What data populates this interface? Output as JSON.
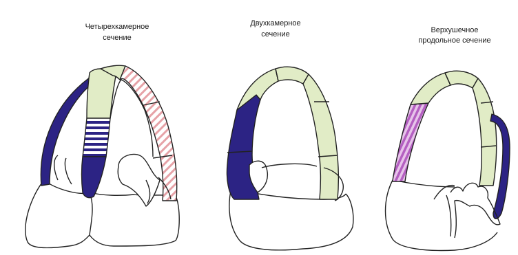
{
  "views": [
    {
      "title_line1": "Четырехкамерное",
      "title_line2": "сечение"
    },
    {
      "title_line1": "Двухкамерное",
      "title_line2": "сечение"
    },
    {
      "title_line1": "Верхушечное",
      "title_line2": "продольное сечение"
    }
  ],
  "colors": {
    "segment_normal": "#e1ecc6",
    "segment_akinetic": "#2c2384",
    "segment_hypokinetic_stripe": "#2c2384",
    "segment_dyskinetic_stripe": "#e6a2a7",
    "segment_apical_stripe": "#b45fc1",
    "outline": "#222222"
  }
}
